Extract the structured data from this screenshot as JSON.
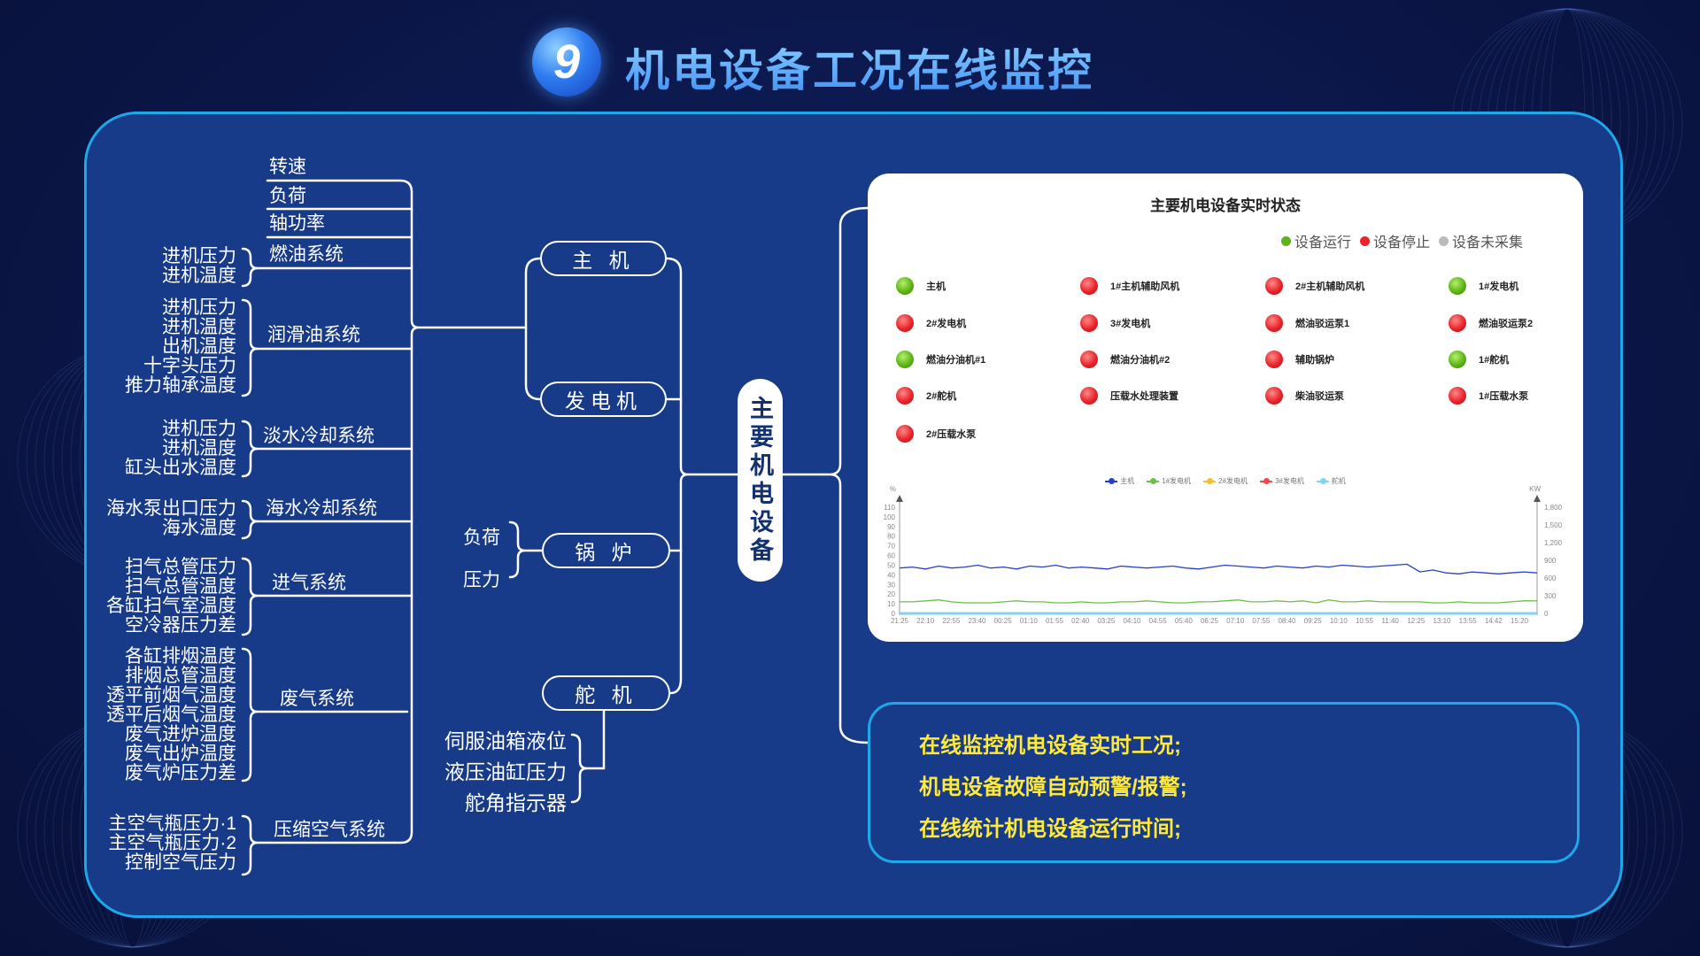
{
  "header": {
    "badge_number": "9",
    "title": "机电设备工况在线监控"
  },
  "mindmap": {
    "center": "主要机电设备",
    "nodes": {
      "main_engine": "主 机",
      "generator": "发电机",
      "boiler": "锅 炉",
      "steering": "舵 机"
    },
    "main_engine_params": {
      "speed": "转速",
      "load": "负荷",
      "shaft_power": "轴功率",
      "fuel": {
        "label": "燃油系统",
        "items": [
          "进机压力",
          "进机温度"
        ]
      },
      "lube": {
        "label": "润滑油系统",
        "items": [
          "进机压力",
          "进机温度",
          "出机温度",
          "十字头压力",
          "推力轴承温度"
        ]
      },
      "freshwater": {
        "label": "淡水冷却系统",
        "items": [
          "进机压力",
          "进机温度",
          "缸头出水温度"
        ]
      },
      "seawater": {
        "label": "海水冷却系统",
        "items": [
          "海水泵出口压力",
          "海水温度"
        ]
      },
      "intake": {
        "label": "进气系统",
        "items": [
          "扫气总管压力",
          "扫气总管温度",
          "各缸扫气室温度",
          "空冷器压力差"
        ]
      },
      "exhaust": {
        "label": "废气系统",
        "items": [
          "各缸排烟温度",
          "排烟总管温度",
          "透平前烟气温度",
          "透平后烟气温度",
          "废气进炉温度",
          "废气出炉温度",
          "废气炉压力差"
        ]
      },
      "compressed_air": {
        "label": "压缩空气系统",
        "items": [
          "主空气瓶压力·1",
          "主空气瓶压力·2",
          "控制空气压力"
        ]
      }
    },
    "boiler_params": [
      "负荷",
      "压力"
    ],
    "steering_params": [
      "伺服油箱液位",
      "液压油缸压力",
      "舵角指示器"
    ]
  },
  "status_panel": {
    "title": "主要机电设备实时状态",
    "legend": [
      {
        "label": "设备运行",
        "color": "#5cb416"
      },
      {
        "label": "设备停止",
        "color": "#e8242a"
      },
      {
        "label": "设备未采集",
        "color": "#bbbbbb"
      }
    ],
    "items": [
      {
        "name": "主机",
        "status": "running"
      },
      {
        "name": "1#主机辅助风机",
        "status": "stopped"
      },
      {
        "name": "2#主机辅助风机",
        "status": "stopped"
      },
      {
        "name": "1#发电机",
        "status": "running"
      },
      {
        "name": "2#发电机",
        "status": "stopped"
      },
      {
        "name": "3#发电机",
        "status": "stopped"
      },
      {
        "name": "燃油驳运泵1",
        "status": "stopped"
      },
      {
        "name": "燃油驳运泵2",
        "status": "stopped"
      },
      {
        "name": "燃油分油机#1",
        "status": "running"
      },
      {
        "name": "燃油分油机#2",
        "status": "stopped"
      },
      {
        "name": "辅助锅炉",
        "status": "stopped"
      },
      {
        "name": "1#舵机",
        "status": "running"
      },
      {
        "name": "2#舵机",
        "status": "stopped"
      },
      {
        "name": "压载水处理装置",
        "status": "stopped"
      },
      {
        "name": "柴油驳运泵",
        "status": "stopped"
      },
      {
        "name": "1#压载水泵",
        "status": "stopped"
      },
      {
        "name": "2#压载水泵",
        "status": "stopped"
      }
    ]
  },
  "chart_data": {
    "type": "line",
    "title": "",
    "ylabel_left": "%",
    "ylabel_right": "KW",
    "ylim_left": [
      0,
      110
    ],
    "ylim_right": [
      0,
      1800
    ],
    "yticks_left": [
      "0",
      "10",
      "20",
      "30",
      "40",
      "50",
      "60",
      "70",
      "80",
      "90",
      "100",
      "110"
    ],
    "yticks_right": [
      "0",
      "300",
      "600",
      "900",
      "1,200",
      "1,500",
      "1,800"
    ],
    "x_ticks": [
      "21:25",
      "22:10",
      "22:55",
      "23:40",
      "00:25",
      "01:10",
      "01:55",
      "02:40",
      "03:25",
      "04:10",
      "04:55",
      "05:40",
      "06:25",
      "07:10",
      "07:55",
      "08:40",
      "09:25",
      "10:10",
      "10:55",
      "11:40",
      "12:25",
      "13:10",
      "13:55",
      "14:42",
      "15:20"
    ],
    "legend_position": "top-center",
    "series": [
      {
        "name": "主机",
        "color": "#2a3fc8",
        "values": [
          47,
          48,
          46,
          49,
          47,
          48,
          50,
          47,
          48,
          46,
          49,
          48,
          50,
          47,
          48,
          47,
          46,
          49,
          48,
          47,
          48,
          49,
          47,
          46,
          48,
          50,
          49,
          48,
          47,
          49,
          48,
          47,
          49,
          48,
          50,
          49,
          48,
          49,
          50,
          51,
          43,
          45,
          42,
          41,
          43,
          42,
          41,
          42,
          43,
          42
        ]
      },
      {
        "name": "1#发电机",
        "color": "#6cc04a",
        "values": [
          12,
          12,
          13,
          14,
          12,
          11,
          11,
          11,
          12,
          13,
          12,
          12,
          11,
          11,
          12,
          11,
          11,
          12,
          12,
          13,
          12,
          11,
          11,
          12,
          12,
          13,
          14,
          12,
          12,
          13,
          12,
          13,
          11,
          14,
          12,
          12,
          13,
          12,
          12,
          12,
          12,
          11,
          11,
          12,
          11,
          11,
          11,
          12,
          13,
          13
        ]
      },
      {
        "name": "2#发电机",
        "color": "#f5c02a",
        "values": []
      },
      {
        "name": "3#发电机",
        "color": "#f04848",
        "values": []
      },
      {
        "name": "舵机",
        "color": "#7fd3f5",
        "values": [
          0,
          0,
          0,
          0,
          0,
          0,
          0,
          0,
          0,
          0,
          0,
          0,
          0,
          0,
          0,
          0,
          0,
          0,
          0,
          0,
          0,
          0,
          0,
          0,
          0,
          0,
          0,
          0,
          0,
          0,
          0,
          0,
          0,
          0,
          0,
          0,
          0,
          0,
          0,
          0,
          0,
          0,
          0,
          0,
          0,
          0,
          0,
          0,
          0,
          0
        ]
      }
    ]
  },
  "features": [
    "在线监控机电设备实时工况;",
    "机电设备故障自动预警/报警;",
    "在线统计机电设备运行时间;"
  ]
}
